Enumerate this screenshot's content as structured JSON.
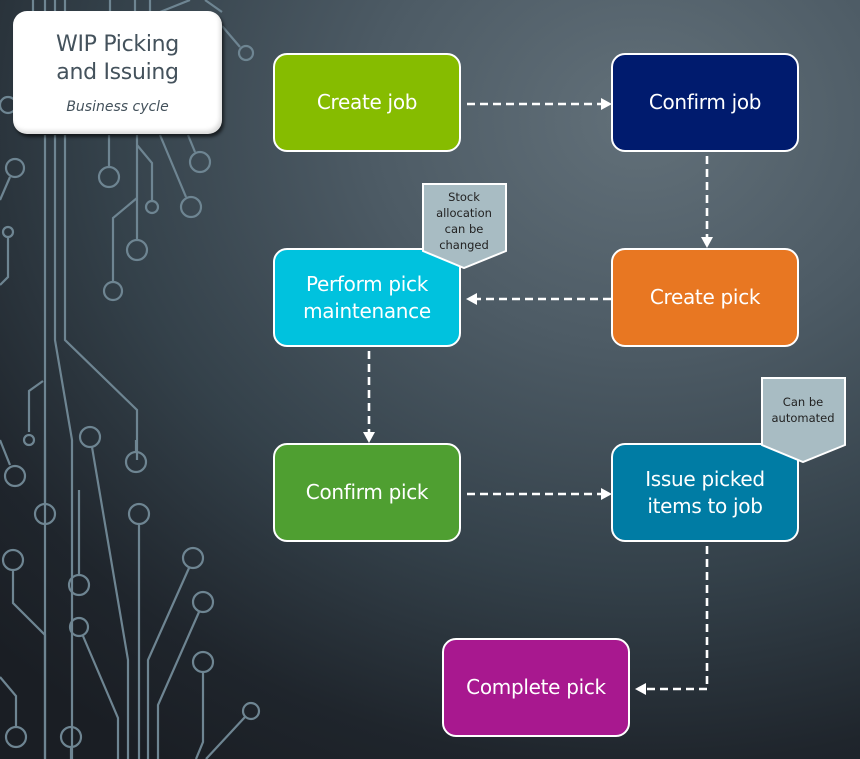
{
  "title_card": {
    "title": "WIP Picking\nand Issuing",
    "subtitle": "Business cycle"
  },
  "nodes": [
    {
      "id": "create-job",
      "label": "Create job",
      "color": "#86bc00"
    },
    {
      "id": "confirm-job",
      "label": "Confirm job",
      "color": "#001b6e"
    },
    {
      "id": "create-pick",
      "label": "Create pick",
      "color": "#e87722"
    },
    {
      "id": "perform-pick-maintenance",
      "label": "Perform pick\nmaintenance",
      "color": "#00c2de"
    },
    {
      "id": "confirm-pick",
      "label": "Confirm pick",
      "color": "#4f9f31"
    },
    {
      "id": "issue-picked-items",
      "label": "Issue picked\nitems to job",
      "color": "#007ca4"
    },
    {
      "id": "complete-pick",
      "label": "Complete pick",
      "color": "#a8188f"
    }
  ],
  "callouts": [
    {
      "attached_to": "perform-pick-maintenance",
      "text": "Stock\nallocation\ncan be\nchanged",
      "color": "#a8bcc3"
    },
    {
      "attached_to": "issue-picked-items",
      "text": "Can be\nautomated",
      "color": "#a8bcc3"
    }
  ],
  "edges": [
    {
      "from": "create-job",
      "to": "confirm-job",
      "style": "dashed"
    },
    {
      "from": "confirm-job",
      "to": "create-pick",
      "style": "dashed"
    },
    {
      "from": "create-pick",
      "to": "perform-pick-maintenance",
      "style": "dashed"
    },
    {
      "from": "perform-pick-maintenance",
      "to": "confirm-pick",
      "style": "dashed"
    },
    {
      "from": "confirm-pick",
      "to": "issue-picked-items",
      "style": "dashed"
    },
    {
      "from": "issue-picked-items",
      "to": "complete-pick",
      "style": "dashed"
    }
  ]
}
